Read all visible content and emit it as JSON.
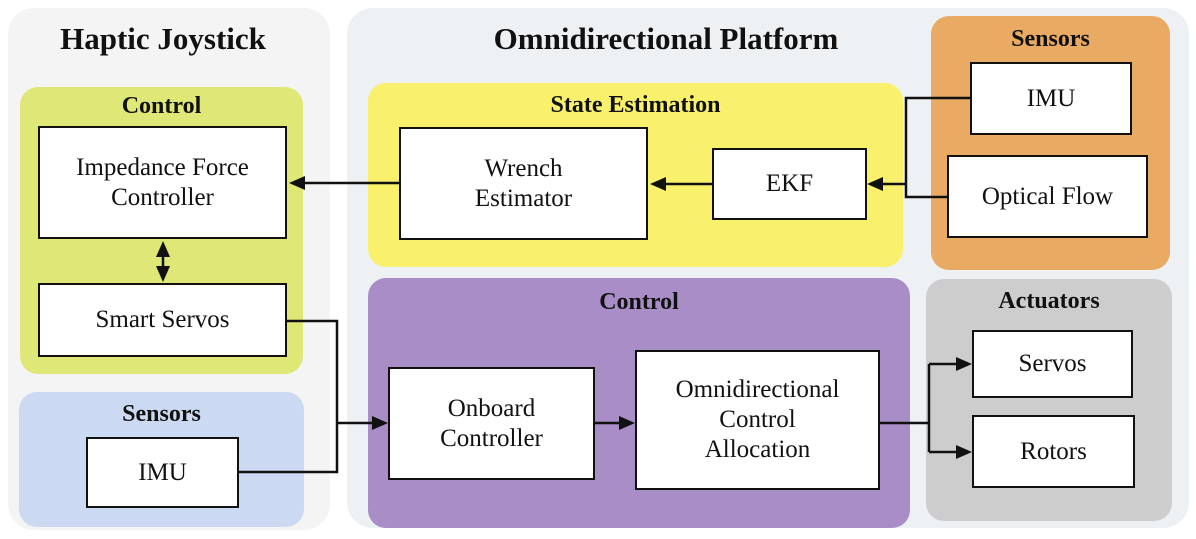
{
  "haptic": {
    "title": "Haptic Joystick",
    "control": {
      "label": "Control",
      "ifc": "Impedance Force\nController",
      "smart_servos": "Smart Servos"
    },
    "sensors": {
      "label": "Sensors",
      "imu": "IMU"
    }
  },
  "platform": {
    "title": "Omnidirectional Platform",
    "state_estimation": {
      "label": "State Estimation",
      "wrench": "Wrench\nEstimator",
      "ekf": "EKF"
    },
    "sensors": {
      "label": "Sensors",
      "imu": "IMU",
      "optical_flow": "Optical Flow"
    },
    "control": {
      "label": "Control",
      "onboard": "Onboard\nController",
      "oca": "Omnidirectional\nControl\nAllocation"
    },
    "actuators": {
      "label": "Actuators",
      "servos": "Servos",
      "rotors": "Rotors"
    }
  },
  "colors": {
    "container_left": "#f4f4f5",
    "container_right": "#edf1f4",
    "control_joystick": "#dfe776",
    "sensors_joystick": "#ccd9f2",
    "state_estimation": "#f9f16b",
    "sensors_platform": "#e9aa64",
    "control_platform": "#a88dc7",
    "actuators": "#cdcdce",
    "line": "#111111"
  }
}
